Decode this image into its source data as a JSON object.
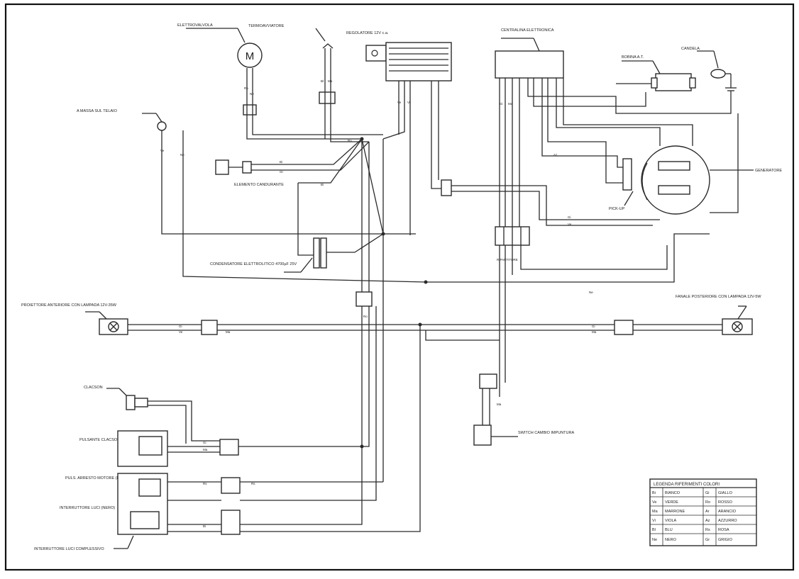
{
  "labels": {
    "elettrovalvola": "ELETTROVALVOLA",
    "termo": "TERMOAVVIATORE",
    "regolatore": "REGOLATORE 12V c.a.",
    "centralina": "CENTRALINA ELETTRONICA",
    "bobina": "BOBINA A.T.",
    "candela": "CANDELA",
    "massa": "A MASSA SUL TELAIO",
    "generatore": "GENERATORE",
    "pick_up": "PICK-UP",
    "elemento": "ELEMENTO CANDURANTE",
    "condensatore": "CONDENSATORE ELETTROLITICO 4700µF 25V",
    "ripartitore": "RIPARTITORE",
    "proiettore": "PROIETTORE ANTERIORE CON LAMPADA 12V-35W",
    "fanale": "FANALE POSTERIORE CON LAMPADA 12V-5W",
    "claxon": "CLACSON",
    "pulsante": "PULSANTE CLACSON",
    "pulsante_arresto": "PULS. ARRESTO MOTORE (ROSSO)",
    "interruttore_luci": "INTERRUTTORE LUCI (NERO)",
    "interruttore_complessivo": "INTERRUTTORE LUCI COMPLESSIVO",
    "switch": "SWITCH CAMBIO IMPUNTURA",
    "motor_symbol": "M"
  },
  "legend": {
    "title": "LEGENDA RIFERIMENTI COLORI",
    "rows": [
      [
        "Bi",
        "BIANCO",
        "Gi",
        "GIALLO"
      ],
      [
        "Ve",
        "VERDE",
        "Ro",
        "ROSSO"
      ],
      [
        "Ma",
        "MARRONE",
        "Ar",
        "ARANCIO"
      ],
      [
        "Vi",
        "VIOLA",
        "Az",
        "AZZURRO"
      ],
      [
        "Bl",
        "BLU",
        "Rs",
        "ROSA"
      ],
      [
        "Ne",
        "NERO",
        "Gr",
        "GRIGIO"
      ]
    ]
  },
  "wire_codes": [
    "Ro",
    "Ne",
    "Bi",
    "Gi",
    "Ve",
    "Bl",
    "Ma",
    "Vi",
    "Gr",
    "Az",
    "Ar",
    "Rs"
  ]
}
